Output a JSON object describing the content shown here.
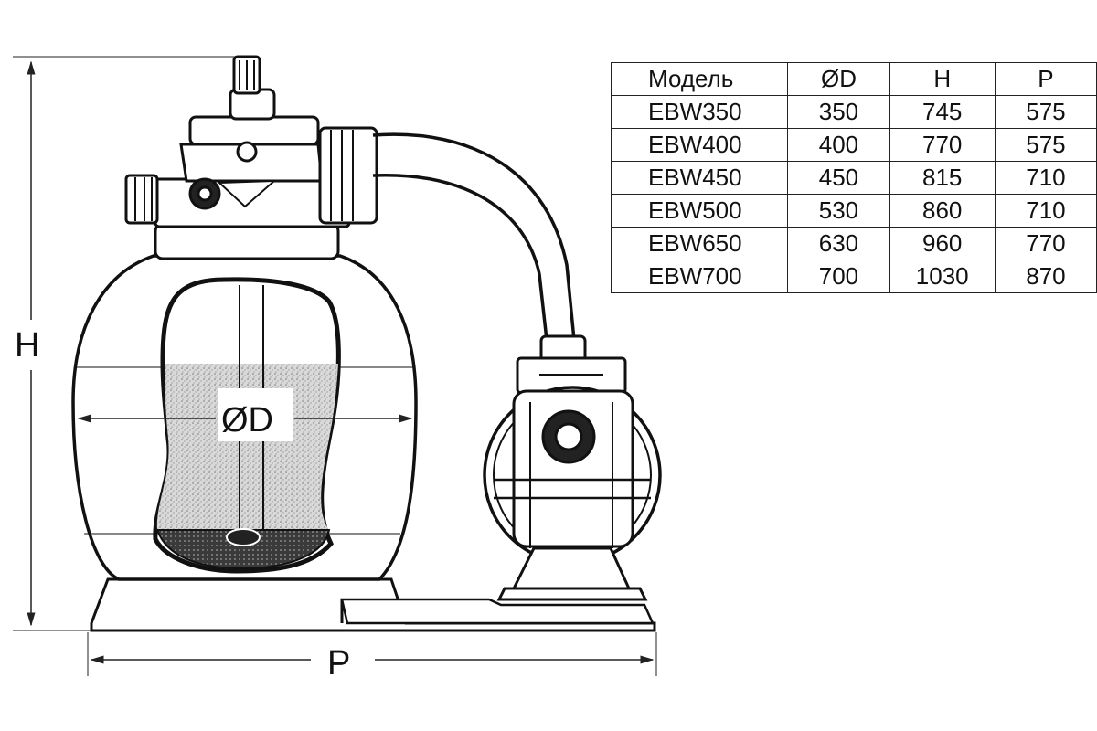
{
  "diagram": {
    "dimension_labels": {
      "height": "H",
      "diameter": "ØD",
      "length": "P"
    }
  },
  "spec_table": {
    "headers": [
      "Модель",
      "ØD",
      "H",
      "P"
    ],
    "rows": [
      [
        "EBW350",
        "350",
        "745",
        "575"
      ],
      [
        "EBW400",
        "400",
        "770",
        "575"
      ],
      [
        "EBW450",
        "450",
        "815",
        "710"
      ],
      [
        "EBW500",
        "530",
        "860",
        "710"
      ],
      [
        "EBW650",
        "630",
        "960",
        "770"
      ],
      [
        "EBW700",
        "700",
        "1030",
        "870"
      ]
    ]
  }
}
